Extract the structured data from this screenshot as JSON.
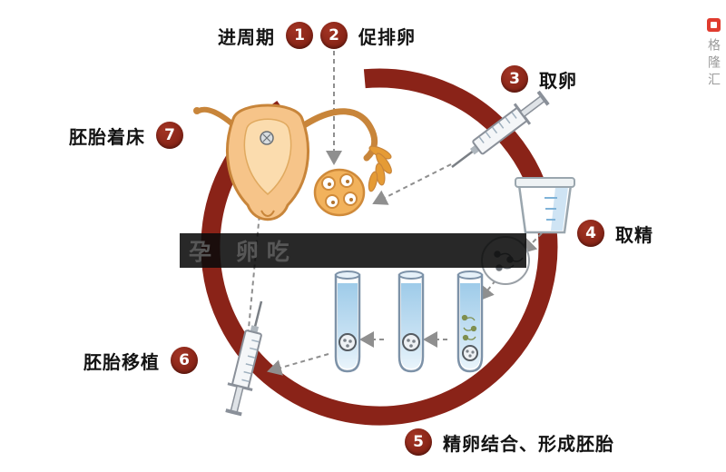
{
  "steps": [
    {
      "num": "1",
      "label": "进周期"
    },
    {
      "num": "2",
      "label": "促排卵"
    },
    {
      "num": "3",
      "label": "取卵"
    },
    {
      "num": "4",
      "label": "取精"
    },
    {
      "num": "5",
      "label": "精卵结合、形成胚胎"
    },
    {
      "num": "6",
      "label": "胚胎移植"
    },
    {
      "num": "7",
      "label": "胚胎着床"
    }
  ],
  "watermarks": {
    "center_band": "孕 卵吃",
    "brand_vertical": "格隆汇"
  },
  "illustrations": {
    "ring": "cycle-ring",
    "uterus": "uterus-and-fallopian-tubes",
    "ovary": "ovary-with-follicles",
    "syringe_top": "egg-retrieval-syringe",
    "syringe_bottom": "embryo-transfer-syringe",
    "cup": "specimen-cup",
    "magnifier": "sperm-sample-view",
    "tubes": "test-tubes-with-embryos"
  },
  "colors": {
    "ring": "#8a2318",
    "badge": "#7a1c10",
    "uterus_fill": "#f6c489",
    "uterus_outline": "#c8853a",
    "liquid_blue": "#9ecbe9",
    "dashed_line": "#8f8f8f",
    "band_bg": "#0a0a0a",
    "brand_red": "#e03c2f"
  }
}
